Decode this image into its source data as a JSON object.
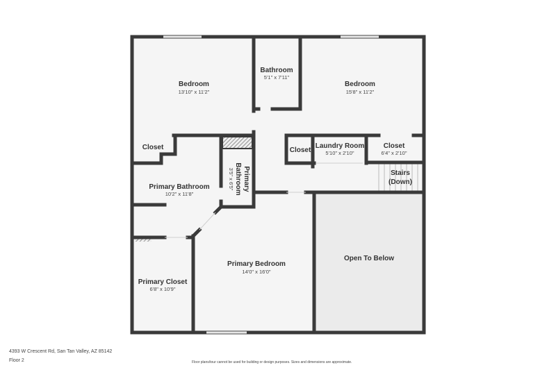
{
  "rooms": {
    "bedroom_1": {
      "name": "Bedroom",
      "dim": "13'10\" x 11'2\""
    },
    "bathroom": {
      "name": "Bathroom",
      "dim": "5'1\" x 7'11\""
    },
    "bedroom_2": {
      "name": "Bedroom",
      "dim": "15'8\" x 11'2\""
    },
    "closet_1": {
      "name": "Closet"
    },
    "closet_2": {
      "name": "Closet"
    },
    "laundry": {
      "name": "Laundry Room",
      "dim": "5'10\" x 2'10\""
    },
    "closet_3": {
      "name": "Closet",
      "dim": "6'4\" x 2'10\""
    },
    "stairs": {
      "name_1": "Stairs",
      "name_2": "(Down)"
    },
    "primary_bath": {
      "name": "Primary Bathroom",
      "dim": "10'2\" x 11'8\""
    },
    "primary_bath_small": {
      "name_1": "Primary",
      "name_2": "Bathroom",
      "dim": "3'5\" x 6'5\""
    },
    "primary_closet": {
      "name": "Primary Closet",
      "dim": "6'8\" x 10'9\""
    },
    "primary_bedroom": {
      "name": "Primary Bedroom",
      "dim": "14'0\" x 16'0\""
    },
    "open_below": {
      "name": "Open To Below"
    }
  },
  "footer": {
    "address": "4393 W Crescent Rd, San Tan Valley, AZ 85142",
    "floor": "Floor 2",
    "disclaimer": "Floor plans/tour cannot be used for building or design purposes. Sizes and dimensions are approximate."
  },
  "colors": {
    "wall": "#3a3a3a",
    "floor": "#f5f5f5",
    "open_below": "#ebebeb"
  }
}
